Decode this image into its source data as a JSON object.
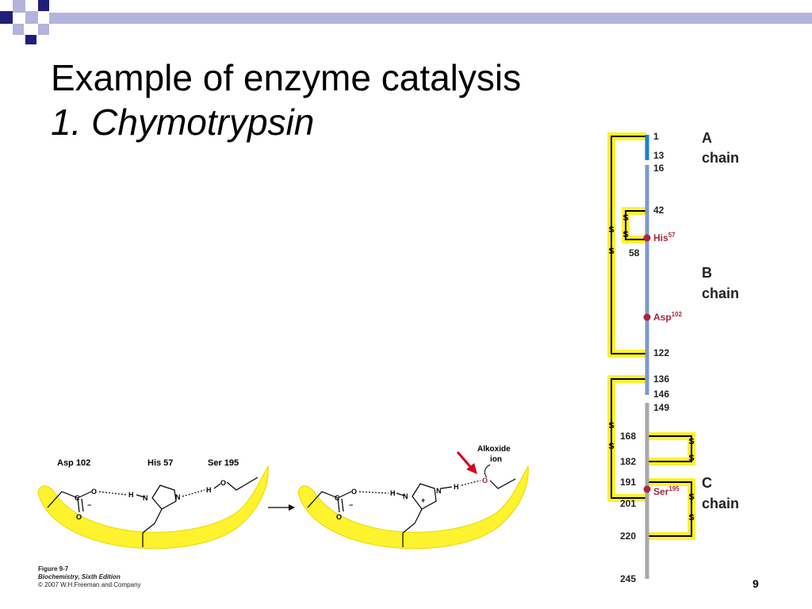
{
  "slide": {
    "title": "Example of enzyme catalysis",
    "subtitle": "1. Chymotrypsin",
    "page_number": "9"
  },
  "colors": {
    "deco_navy": "#1f1f7a",
    "deco_lavender": "#b3b3dd",
    "highlight_yellow": "#fff22e",
    "chain_blue": "#7f98cf",
    "chain_a_blue": "#1a7fd0",
    "chain_gray": "#a9a9a9",
    "residue_red": "#a8253a",
    "arrow_red": "#d4001b"
  },
  "caption": {
    "figure": "Figure 9-7",
    "book": "Biochemistry, Sixth Edition",
    "copyright": "© 2007 W.H.Freeman and Company"
  },
  "chain_diagram": {
    "chains": [
      {
        "name": "A",
        "label": "chain"
      },
      {
        "name": "B",
        "label": "chain"
      },
      {
        "name": "C",
        "label": "chain"
      }
    ],
    "residue_numbers": [
      "1",
      "13",
      "16",
      "42",
      "58",
      "122",
      "136",
      "146",
      "149",
      "168",
      "182",
      "191",
      "201",
      "220",
      "245"
    ],
    "active_site": [
      {
        "name": "His",
        "number": "57"
      },
      {
        "name": "Asp",
        "number": "102"
      },
      {
        "name": "Ser",
        "number": "195"
      }
    ],
    "disulfide_letters": {
      "s": "S",
      "bond": "I"
    }
  },
  "mechanism": {
    "residues": [
      "Asp 102",
      "His 57",
      "Ser 195"
    ],
    "alkoxide_label_line1": "Alkoxide",
    "alkoxide_label_line2": "ion",
    "atoms": {
      "o": "O",
      "c": "C",
      "n": "N",
      "h": "H",
      "minus": "−",
      "plus": "+"
    }
  }
}
